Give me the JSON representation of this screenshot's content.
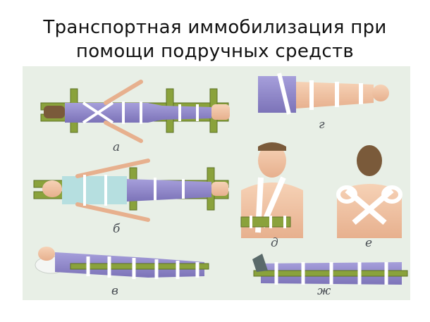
{
  "title": {
    "line1": "Транспортная иммобилизация при",
    "line2": "помощи подручных средств"
  },
  "labels": {
    "a": "а",
    "b": "б",
    "v": "в",
    "g": "г",
    "d": "д",
    "e": "е",
    "zh": "ж"
  },
  "colors": {
    "panel": "#e8efe6",
    "splint": "#8aa23c",
    "splint_dark": "#5d7226",
    "bandage": "#f4f6f4",
    "clothes": "#8e86c9",
    "skin": "#f2c6a6",
    "hair": "#7a5a3a"
  }
}
